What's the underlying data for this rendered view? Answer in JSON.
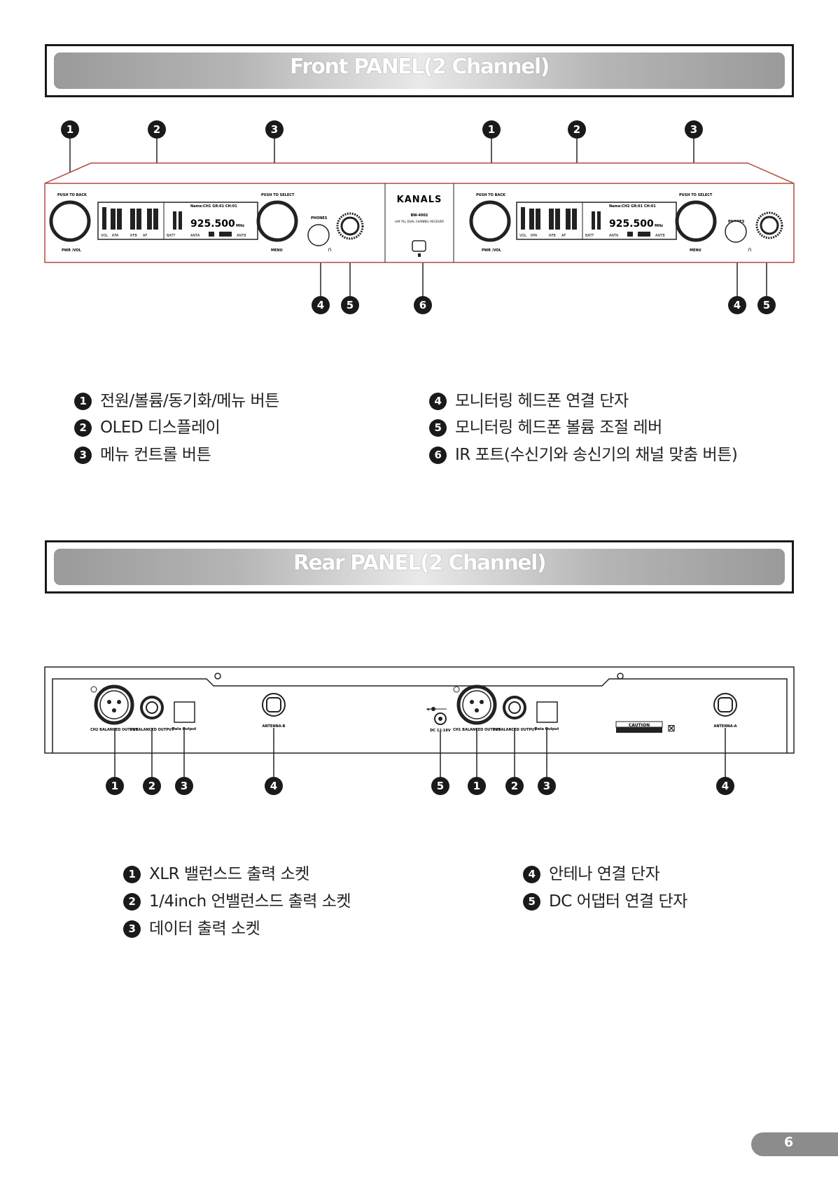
{
  "front": {
    "title": "Front PANEL(2 Channel)",
    "callouts_top": [
      "1",
      "2",
      "3",
      "1",
      "2",
      "3"
    ],
    "callouts_bottom": [
      "4",
      "5",
      "6",
      "4",
      "5"
    ],
    "device": {
      "brand": "KANALS",
      "model": "BW-4002",
      "subtitle": "UHF PLL DUAL CHANNEL RECEIVER",
      "knob_top_label": "PUSH TO BACK",
      "knob_bottom_label": "PWR /VOL",
      "select_top_label": "PUSH TO SELECT",
      "select_bottom_label": "MENU",
      "phones_label": "PHONES",
      "display": {
        "frequency": "925.500",
        "unit": "MHz",
        "ant_a": "ANTA",
        "ant_b": "ANTB",
        "vol": "VOL",
        "rfa": "RFA",
        "rfb": "RFB",
        "af": "AF",
        "batt": "BATT"
      }
    },
    "legend": [
      {
        "num": "1",
        "text": "전원/볼륨/동기화/메뉴 버튼"
      },
      {
        "num": "2",
        "text": "OLED 디스플레이"
      },
      {
        "num": "3",
        "text": "메뉴 컨트롤 버튼"
      },
      {
        "num": "4",
        "text": "모니터링 헤드폰 연결 단자"
      },
      {
        "num": "5",
        "text": "모니터링 헤드폰 볼륨 조절 레버"
      },
      {
        "num": "6",
        "text": "IR 포트(수신기와 송신기의 채널 맞춤 버튼)"
      }
    ]
  },
  "rear": {
    "title": "Rear PANEL(2 Channel)",
    "callouts": [
      "1",
      "2",
      "3",
      "4",
      "5",
      "1",
      "2",
      "3",
      "4"
    ],
    "device": {
      "ch2_balanced": "CH2 BALANCED OUTPUT",
      "ch1_balanced": "CH1 BALANCED OUTPUT",
      "unbalanced": "UNBALANCED OUTPUT",
      "data_output": "Data Output",
      "antenna_b": "ANTENNA-B",
      "antenna_a": "ANTENNA-A",
      "dc_input": "DC 12-18V",
      "caution": "CAUTION"
    },
    "legend": [
      {
        "num": "1",
        "text": "XLR 밸런스드 출력 소켓"
      },
      {
        "num": "2",
        "text": "1/4inch 언밸런스드 출력 소켓"
      },
      {
        "num": "3",
        "text": "데이터 출력 소켓"
      },
      {
        "num": "4",
        "text": "안테나 연결 단자"
      },
      {
        "num": "5",
        "text": "DC 어댑터 연결 단자"
      }
    ]
  },
  "page_number": "6"
}
